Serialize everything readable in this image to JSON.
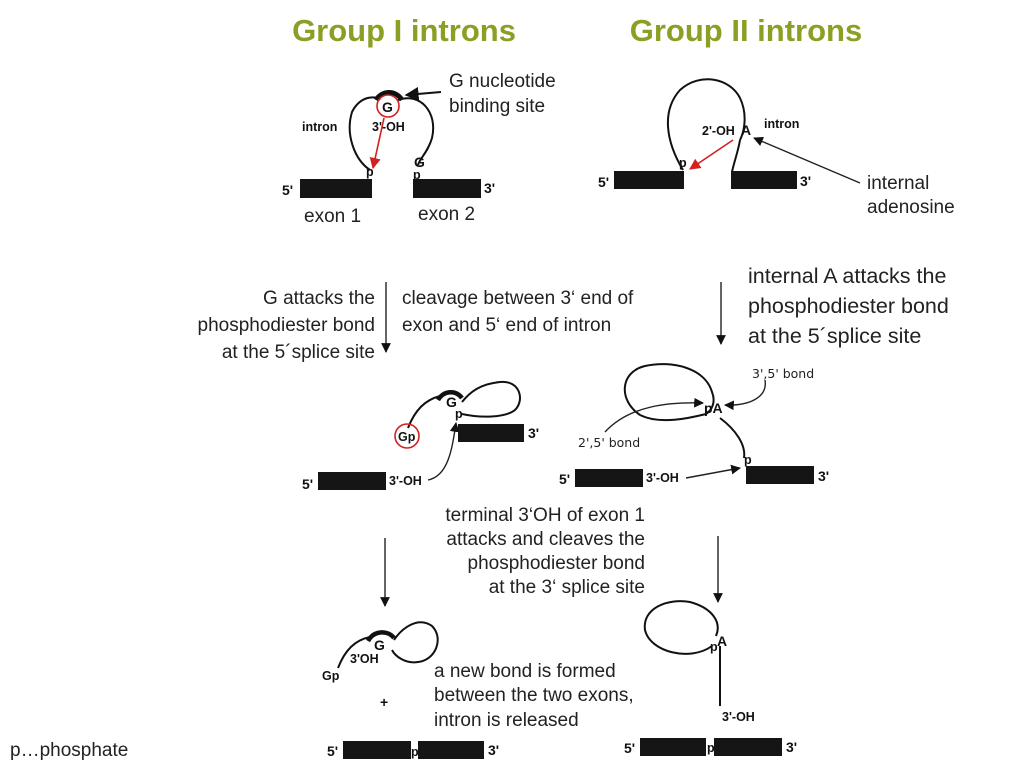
{
  "titles": {
    "group1": "Group I introns",
    "group2": "Group II introns"
  },
  "colors": {
    "title": "#8aa024",
    "highlight": "#d42020",
    "exon": "#151515"
  },
  "g1_top": {
    "binding_site_1": "G nucleotide",
    "binding_site_2": "binding site",
    "intron": "intron",
    "g": "G",
    "oh": "3'-OH",
    "g2": "G",
    "p1": "p",
    "p2": "p",
    "five": "5'",
    "three": "3'",
    "exon1": "exon 1",
    "exon2": "exon 2"
  },
  "g2_top": {
    "oh": "2'-OH",
    "a": "A",
    "intron": "intron",
    "p": "p",
    "five": "5'",
    "three": "3'",
    "internal_1": "internal",
    "internal_2": "adenosine"
  },
  "step1": {
    "g1_left_1": "G attacks the",
    "g1_left_2": "phosphodiester bond",
    "g1_left_3": "at the 5´splice site",
    "g1_right_1": "cleavage between 3‘ end of",
    "g1_right_2": "exon and 5‘ end of intron",
    "g2_1": "internal A attacks the",
    "g2_2": "phosphodiester bond",
    "g2_3": "at the 5´splice site"
  },
  "g1_mid": {
    "gp": "Gp",
    "g": "G",
    "p": "p",
    "three": "3'",
    "five": "5'",
    "oh": "3'-OH"
  },
  "g2_mid": {
    "bond35": "3',5' bond",
    "bond25": "2',5' bond",
    "pa": "pA",
    "p": "p",
    "three": "3'",
    "five": "5'",
    "oh": "3'-OH"
  },
  "step2": {
    "line1": "terminal 3‘OH of exon 1",
    "line2": "attacks and cleaves the",
    "line3": "phosphodiester bond",
    "line4": "at the 3‘ splice site"
  },
  "g1_bottom": {
    "g": "G",
    "oh": "3'OH",
    "gp": "Gp",
    "plus": "+",
    "five": "5'",
    "p": "p",
    "three": "3'"
  },
  "step3": {
    "line1": "a new bond is formed",
    "line2": "between the two exons,",
    "line3": "intron is released"
  },
  "g2_bottom": {
    "p": "p",
    "a": "A",
    "oh": "3'-OH",
    "five": "5'",
    "pj": "p",
    "three": "3'"
  },
  "footnote": "p…phosphate"
}
